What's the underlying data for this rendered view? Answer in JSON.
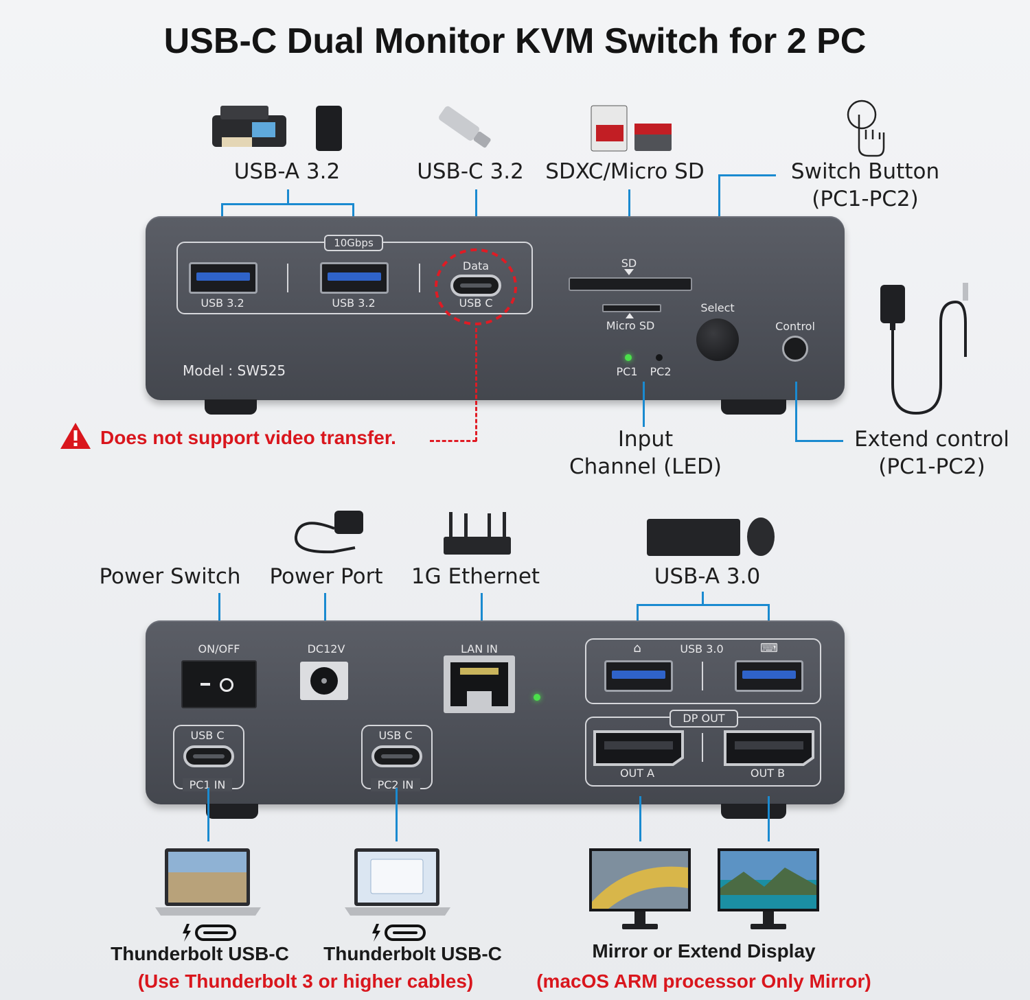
{
  "title": "USB-C Dual Monitor KVM Switch for 2 PC",
  "front": {
    "callouts": {
      "usb_a": "USB-A 3.2",
      "usb_c": "USB-C 3.2",
      "sd": "SDXC/Micro SD",
      "switch_line1": "Switch Button",
      "switch_line2": "(PC1-PC2)",
      "input_line1": "Input",
      "input_line2": "Channel (LED)",
      "extend_line1": "Extend control",
      "extend_line2": "(PC1-PC2)"
    },
    "warning": "Does not support video transfer.",
    "silk": {
      "gbps": "10Gbps",
      "usb32_a": "USB 3.2",
      "usb32_b": "USB 3.2",
      "data": "Data",
      "usbc": "USB C",
      "sd": "SD",
      "microsd": "Micro SD",
      "select": "Select",
      "control": "Control",
      "pc1": "PC1",
      "pc2": "PC2",
      "model": "Model : SW525"
    }
  },
  "back": {
    "callouts": {
      "power_switch": "Power Switch",
      "power_port": "Power Port",
      "ethernet": "1G Ethernet",
      "usb_a30": "USB-A 3.0"
    },
    "silk": {
      "onoff": "ON/OFF",
      "dc12v": "DC12V",
      "lan": "LAN IN",
      "usb30": "USB 3.0",
      "dpout": "DP OUT",
      "outa": "OUT A",
      "outb": "OUT B",
      "usbc1": "USB C",
      "pc1in": "PC1 IN",
      "usbc2": "USB C",
      "pc2in": "PC2 IN"
    }
  },
  "bottom": {
    "tb1": "Thunderbolt USB-C",
    "tb2": "Thunderbolt USB-C",
    "tb_note": "(Use Thunderbolt 3 or higher cables)",
    "display": "Mirror or Extend Display",
    "display_note": "(macOS ARM processor Only Mirror)"
  },
  "colors": {
    "accent": "#1a8ad0",
    "warning": "#d9161d",
    "panel": "#4d5058",
    "led": "#4be04b"
  }
}
